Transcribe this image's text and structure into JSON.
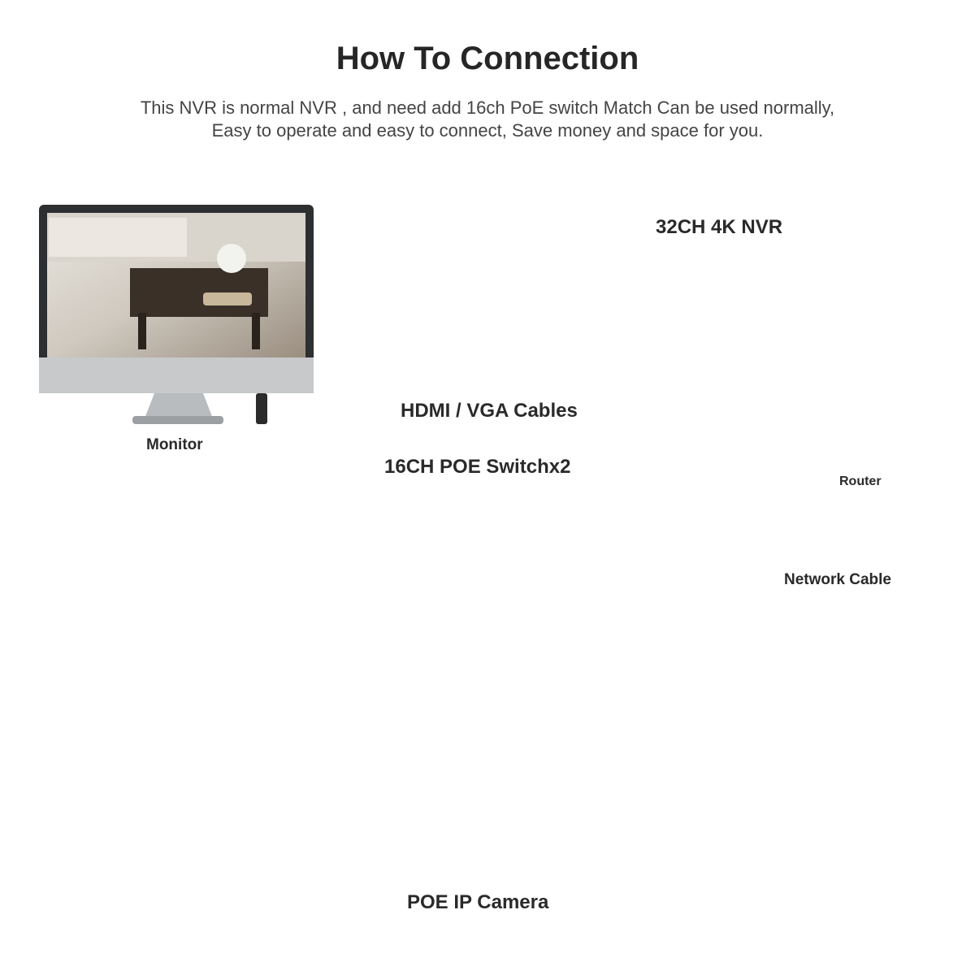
{
  "header": {
    "title": "How To Connection",
    "subtitle_line1": "This NVR is normal NVR , and need add 16ch PoE switch Match Can be used normally,",
    "subtitle_line2": "Easy to operate and easy to connect,   Save money and space for you."
  },
  "labels": {
    "nvr": "32CH 4K NVR",
    "monitor": "Monitor",
    "hdmi_vga": "HDMI / VGA Cables",
    "switch": "16CH POE Switchx2",
    "router": "Router",
    "network_cable": "Network Cable",
    "camera": "POE IP Camera"
  },
  "colors": {
    "cable_blue": "#1f8fd6",
    "hdmi_cable": "#2b2b2b",
    "device_dark": "#2f3337",
    "port_blue": "#5aa5d8"
  }
}
